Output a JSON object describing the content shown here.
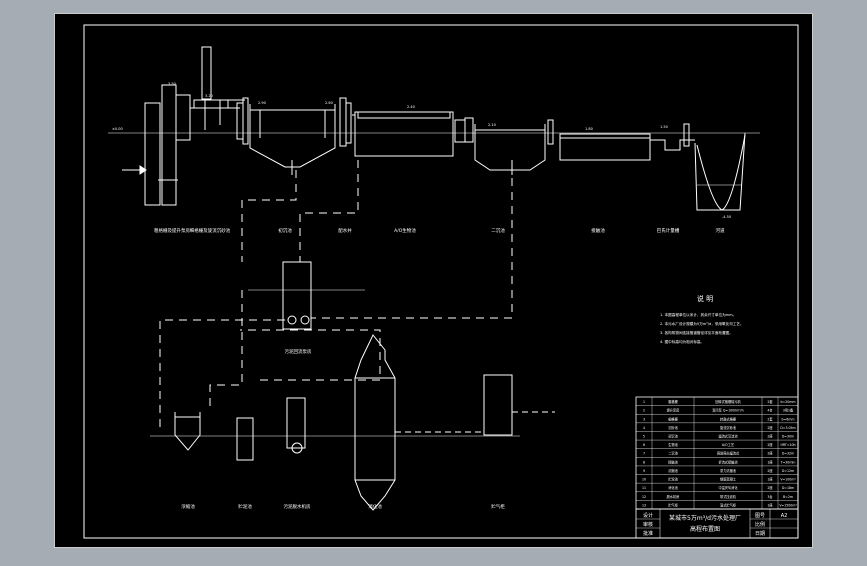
{
  "drawing": {
    "title_line1": "某城市5万m³/d污水处理厂",
    "title_line2": "高程布置图",
    "sheet_label": "图号",
    "sheet_value": "A2",
    "scale_label": "比例",
    "date_label": "日期",
    "design_label": "设计",
    "check_label": "审核",
    "approve_label": "批准"
  },
  "notes": {
    "heading": "说 明",
    "lines": [
      "1. 本图高程单位以米计，其余尺寸单位为mm。",
      "2. 本污水厂设计规模为5万m³/d，采用氧化沟工艺。",
      "3. 各构筑物间连接管道管径详见平面布置图。",
      "4. 图中标高均为相对标高。"
    ]
  },
  "stage_labels": {
    "top": [
      "粗格栅及提升泵房",
      "细格栅及旋流沉砂池",
      "初沉池",
      "配水井",
      "A/O生物池",
      "二沉池",
      "接触池",
      "巴氏计量槽",
      "河道"
    ],
    "middle": [
      "污泥回流泵房"
    ],
    "bottom": [
      "浓缩池",
      "贮泥池",
      "污泥脱水机房",
      "消化池",
      "贮气柜"
    ]
  },
  "elevation_tags": [
    "±0.00",
    "3.50",
    "3.20",
    "2.90",
    "2.60",
    "2.40",
    "2.10",
    "1.80",
    "1.50",
    "-4.50"
  ],
  "equipment_table": {
    "rows": [
      [
        "1",
        "粗格栅",
        "回转式格栅除污机",
        "2套",
        "b=20mm"
      ],
      [
        "2",
        "提升泵房",
        "潜污泵 Q=1000m³/h",
        "4台",
        "3用1备"
      ],
      [
        "3",
        "细格栅",
        "转鼓式格栅",
        "2套",
        "b=6mm"
      ],
      [
        "4",
        "沉砂池",
        "旋流沉砂池",
        "2座",
        "D=3.05m"
      ],
      [
        "5",
        "初沉池",
        "辐流式沉淀池",
        "2座",
        "D=30m"
      ],
      [
        "6",
        "生物池",
        "A/O工艺",
        "2座",
        "HRT=10h"
      ],
      [
        "7",
        "二沉池",
        "周进周出辐流式",
        "2座",
        "D=32m"
      ],
      [
        "8",
        "接触池",
        "折流式接触池",
        "1座",
        "T=30min"
      ],
      [
        "9",
        "浓缩池",
        "重力浓缩池",
        "2座",
        "D=12m"
      ],
      [
        "10",
        "贮泥池",
        "钢筋混凝土",
        "1座",
        "V=100m³"
      ],
      [
        "11",
        "消化池",
        "中温厌氧消化",
        "2座",
        "D=18m"
      ],
      [
        "12",
        "脱水机房",
        "带式压滤机",
        "3台",
        "B=2m"
      ],
      [
        "13",
        "贮气柜",
        "湿式贮气柜",
        "1座",
        "V=1500m³"
      ]
    ]
  },
  "colors": {
    "sheet": "#000000",
    "line": "#ffffff",
    "frame_bg": "#a6acb4"
  }
}
